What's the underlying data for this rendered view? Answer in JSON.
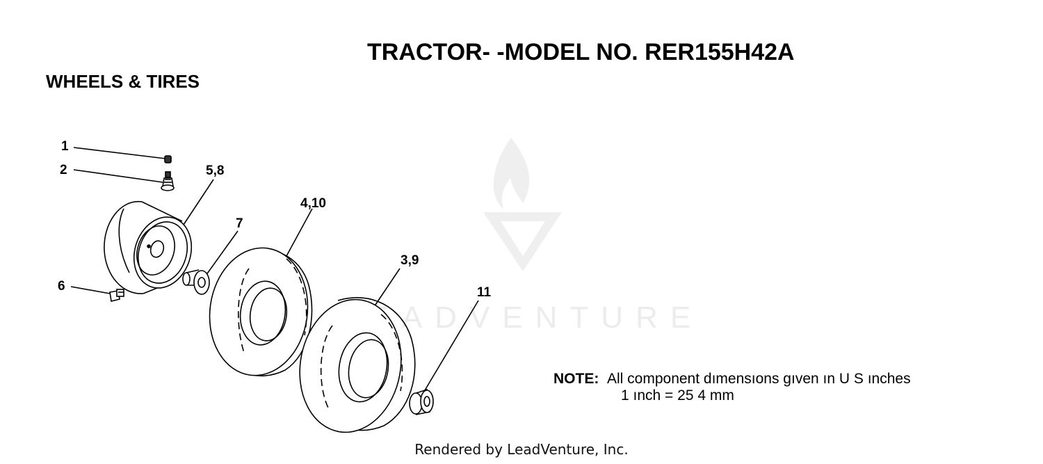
{
  "title": "TRACTOR- -MODEL NO. RER155H42A",
  "section": "WHEELS & TIRES",
  "callouts": {
    "c1": "1",
    "c2": "2",
    "c58": "5,8",
    "c410": "4,10",
    "c7": "7",
    "c39": "3,9",
    "c11": "11",
    "c6": "6"
  },
  "note": {
    "label": "NOTE:",
    "line1": "All component dımensıons gıven ın U S  ınches",
    "line2": "1 ınch = 25 4 mm"
  },
  "watermark": "LEADVENTURE",
  "footer": "Rendered by LeadVenture, Inc."
}
